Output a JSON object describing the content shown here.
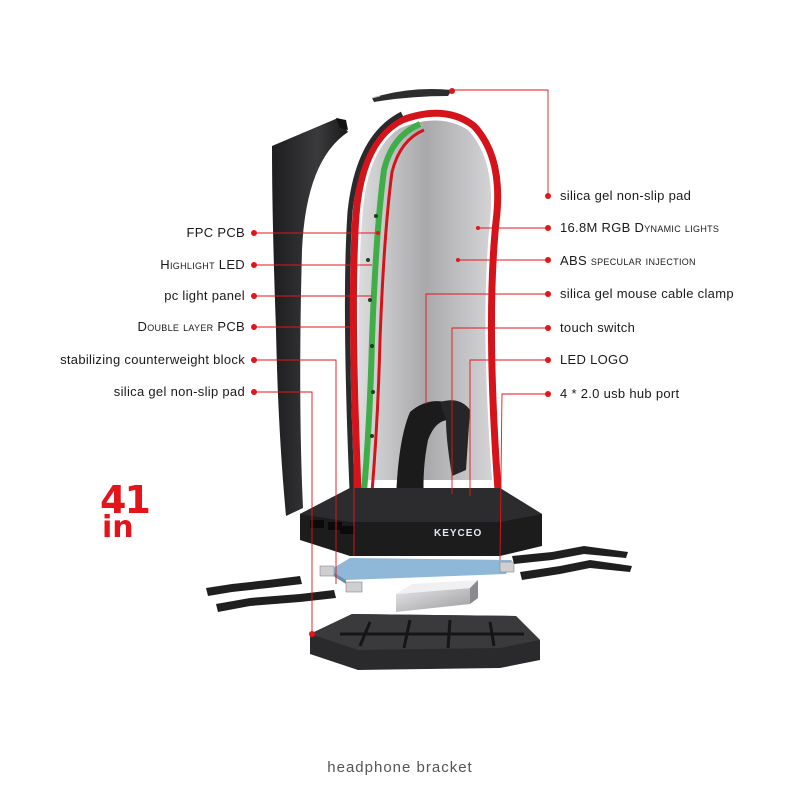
{
  "colors": {
    "accent": "#e3151a",
    "led_green": "#3fae49",
    "shell_dark": "#2b2b2d",
    "panel_grey": "#b8b8ba",
    "pcb_blue": "#8fb7d8"
  },
  "labels_left": [
    "FPC PCB",
    "Highlight LED",
    "pc light panel",
    "Double layer PCB",
    "stabilizing counterweight block",
    "silica gel non-slip pad"
  ],
  "labels_right": [
    "silica gel non-slip pad",
    "16.8M RGB Dynamic lights",
    "ABS specular injection",
    "silica gel mouse  cable clamp",
    "touch switch",
    "LED LOGO",
    "4 * 2.0 usb hub port"
  ],
  "badge": {
    "number": "41",
    "word": "in"
  },
  "brand": "KEYCEO",
  "caption": "headphone bracket"
}
